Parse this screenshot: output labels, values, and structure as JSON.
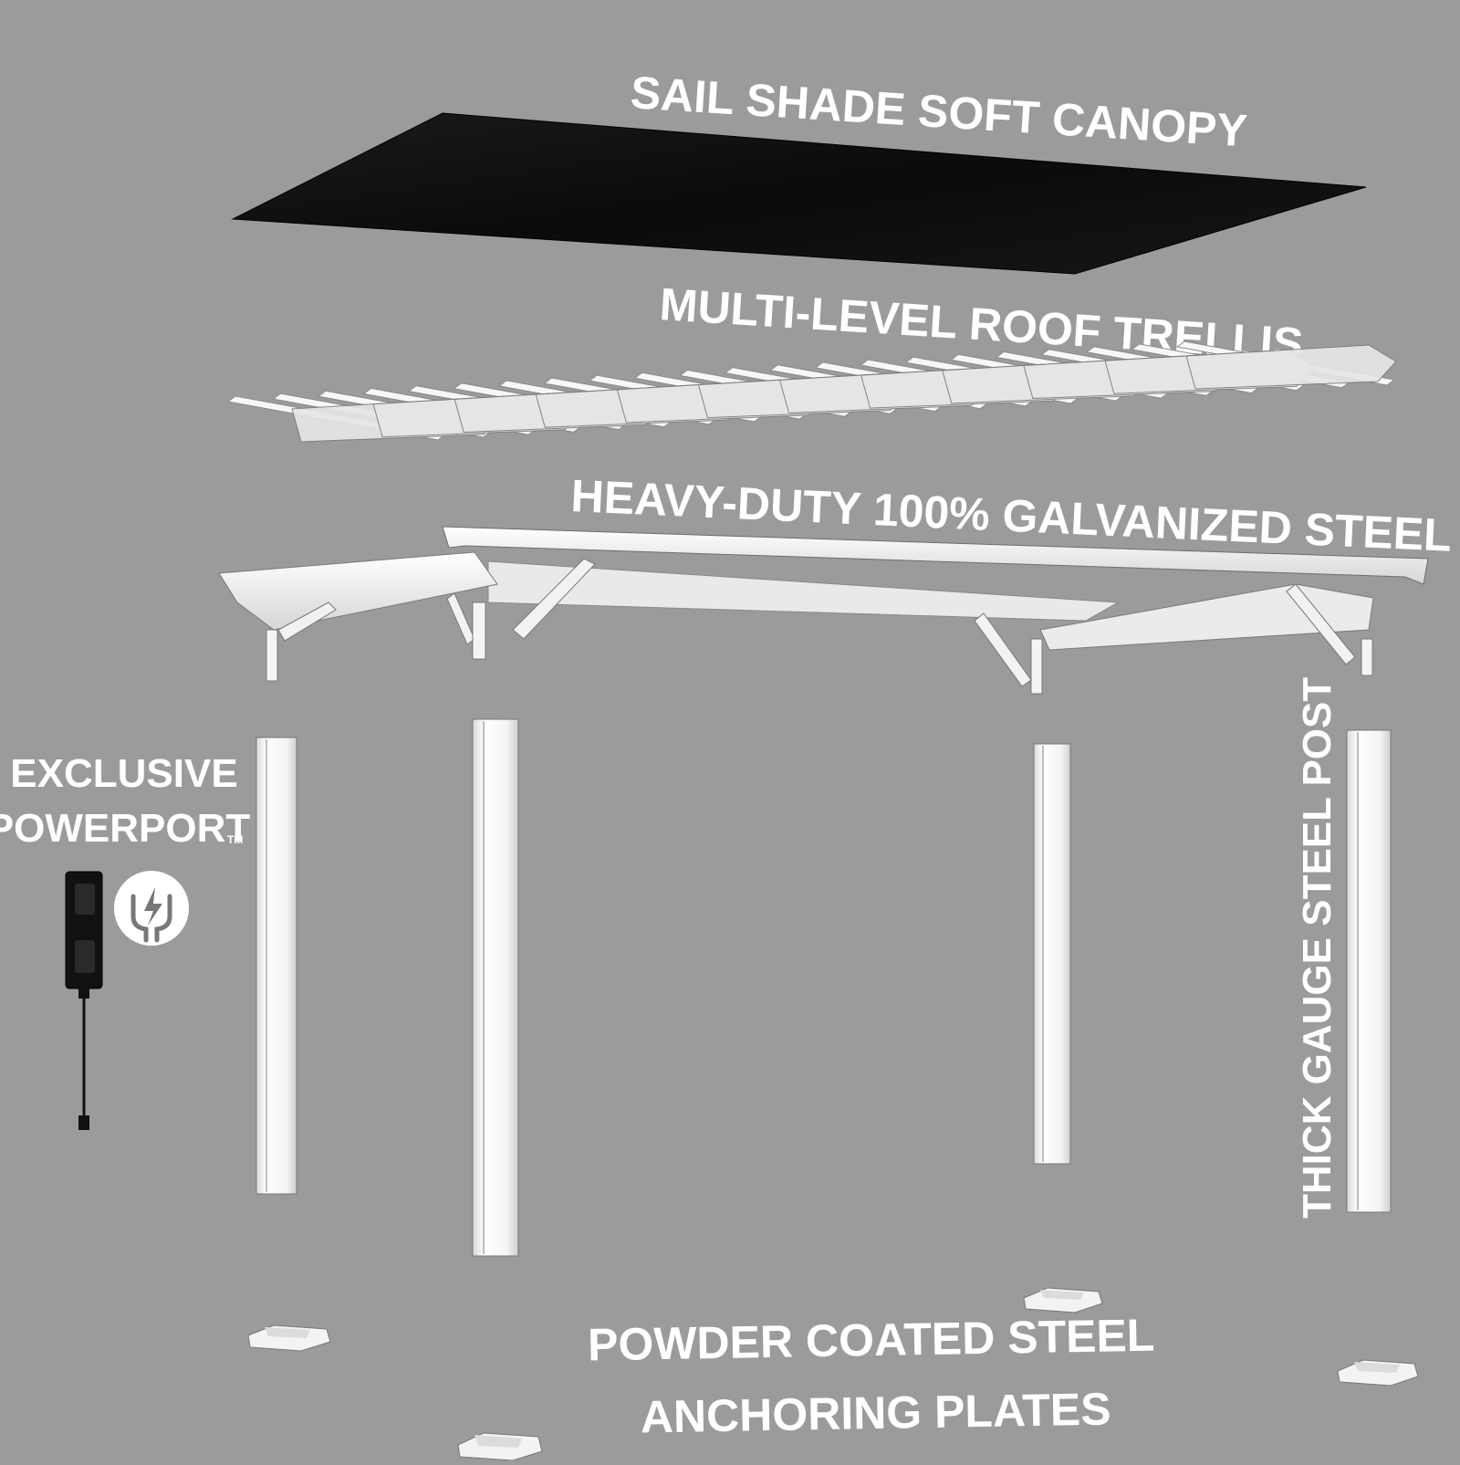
{
  "labels": {
    "canopy": "SAIL SHADE SOFT CANOPY",
    "trellis": "MULTI-LEVEL ROOF TRELLIS",
    "frame": "HEAVY-DUTY 100% GALVANIZED STEEL",
    "powerport_line1": "EXCLUSIVE",
    "powerport_line2": "POWERPORT",
    "powerport_tm": "TM",
    "post": "THICK GAUGE STEEL POST",
    "plates_line1": "POWDER COATED STEEL",
    "plates_line2": "ANCHORING PLATES"
  },
  "colors": {
    "background": "#9b9b9b",
    "canopy": "#111111",
    "steel": "#ffffff",
    "text": "#ffffff"
  },
  "icons": [
    "power-plug-icon",
    "powerport-outlet-icon"
  ]
}
